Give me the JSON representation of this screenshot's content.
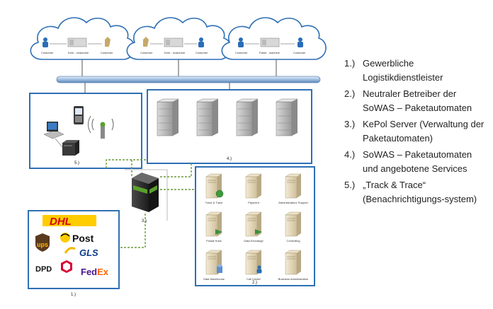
{
  "clouds": [
    {
      "labels": [
        "Customer",
        "Kehr - maschine",
        "Customer"
      ]
    },
    {
      "labels": [
        "Customer",
        "Kehr - maschine",
        "Customer"
      ]
    },
    {
      "labels": [
        "Customer",
        "Paket - machine",
        "Customer"
      ]
    }
  ],
  "box_labels": {
    "mobile": "5.)",
    "servers": "4.)",
    "kepol": "3.)",
    "services": "2.)",
    "carriers": "1.)"
  },
  "services": [
    "Track & Trace",
    "Payment",
    "Administration/ Support",
    "Postal Hubs",
    "Data Exchange",
    "Controlling",
    "Data Warehouse",
    "Call Center",
    "Business Administration"
  ],
  "carriers": {
    "dhl": "DHL",
    "ups": "ups",
    "post": "Post",
    "gls": "GLS",
    "dpd": "DPD",
    "fedex_fed": "Fed",
    "fedex_ex": "Ex"
  },
  "legend": [
    {
      "num": "1.)",
      "text": "Gewerbliche Logistikdienstleister"
    },
    {
      "num": "2.)",
      "text": "Neutraler Betreiber der SoWAS – Paketautomaten"
    },
    {
      "num": "3.)",
      "text": "KePol Server (Verwaltung der Paketautomaten)"
    },
    {
      "num": "4.)",
      "text": "SoWAS – Paketautomaten und angebotene Services"
    },
    {
      "num": "5.)",
      "text": "„Track & Trace“ (Benachrichtigungs-system)"
    }
  ],
  "colors": {
    "box_border": "#2e6fb5",
    "connector": "#6a9a3a",
    "bus": "#9cbde0",
    "dhl_yellow": "#ffcc00",
    "dhl_red": "#d40511",
    "fedex_purple": "#4d148c",
    "fedex_orange": "#ff6600"
  }
}
